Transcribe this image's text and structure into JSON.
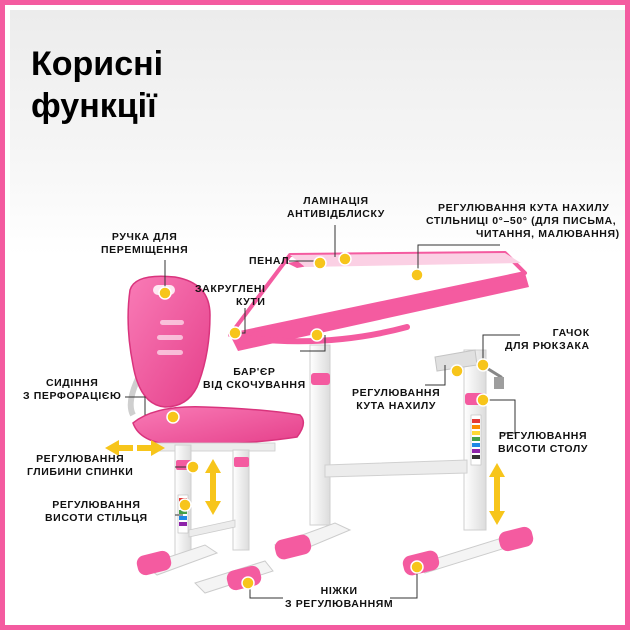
{
  "title": {
    "line1": "Корисні",
    "line2": "функції"
  },
  "callouts": {
    "lamination": {
      "line1": "ЛАМІНАЦІЯ",
      "line2": "АНТИВІДБЛИСКУ"
    },
    "tilt_angle": {
      "line1": "РЕГУЛЮВАННЯ КУТА НАХИЛУ",
      "line2": "СТІЛЬНИЦІ 0°–50° (ДЛЯ ПИСЬМА,",
      "line3": "ЧИТАННЯ, МАЛЮВАННЯ)"
    },
    "handle": {
      "line1": "РУЧКА ДЛЯ",
      "line2": "ПЕРЕМІЩЕННЯ"
    },
    "pencil_case": {
      "line1": "ПЕНАЛ"
    },
    "rounded_corners": {
      "line1": "ЗАКРУГЛЕНІ",
      "line2": "КУТИ"
    },
    "hook": {
      "line1": "ГАЧОК",
      "line2": "ДЛЯ РЮКЗАКА"
    },
    "seat": {
      "line1": "СИДІННЯ",
      "line2": "З ПЕРФОРАЦІЄЮ"
    },
    "barrier": {
      "line1": "БАР'ЄР",
      "line2": "ВІД СКОЧУВАННЯ"
    },
    "tilt_adjust": {
      "line1": "РЕГУЛЮВАННЯ",
      "line2": "КУТА НАХИЛУ"
    },
    "back_depth": {
      "line1": "РЕГУЛЮВАННЯ",
      "line2": "ГЛИБИНИ СПИНКИ"
    },
    "desk_height": {
      "line1": "РЕГУЛЮВАННЯ",
      "line2": "ВИСОТИ СТОЛУ"
    },
    "chair_height": {
      "line1": "РЕГУЛЮВАННЯ",
      "line2": "ВИСОТИ СТІЛЬЦЯ"
    },
    "feet": {
      "line1": "НІЖКИ",
      "line2": "З РЕГУЛЮВАННЯМ"
    }
  },
  "colors": {
    "accent_pink": "#f45ba0",
    "marker_yellow": "#f7c51b",
    "desk_top": "#ffffff",
    "frame_white": "#f4f4f4",
    "leader_line": "#333333"
  },
  "icons": [
    "chair-illustration",
    "desk-illustration",
    "marker-dot",
    "adjust-arrow-icon"
  ]
}
